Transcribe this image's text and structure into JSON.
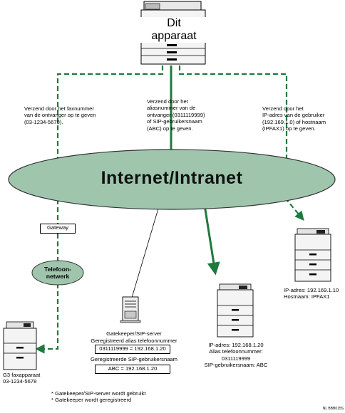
{
  "colors": {
    "accent": "#1e7a3c",
    "cloud_fill": "#9fc6ad",
    "tel_fill": "#9fc6ad",
    "device_fill": "#f4f4f4"
  },
  "icons": [
    "mfp-printer-icon",
    "server-icon",
    "fax-machine-icon"
  ],
  "device_main_label": {
    "line1": "Dit",
    "line2": "apparaat"
  },
  "notes": {
    "left": [
      "Verzend door het faxnummer",
      "van de ontvanger op te geven",
      "(03-1234-5678)."
    ],
    "middle": [
      "Verzend door het",
      "aliasnummer van de",
      "ontvanger (0311119999)",
      "of SIP-gebruikersnaam",
      "(ABC) op te geven."
    ],
    "right": [
      "Verzend door het",
      "IP-adres van de gebruiker",
      "(192.169.1.0) of hostnaam",
      "(IPFAX1) op te geven."
    ]
  },
  "network_label": "Internet/Intranet",
  "gateway_label": "Gateway",
  "telephone_network": {
    "line1": "Telefoon-",
    "line2": "netwerk"
  },
  "g3_fax": {
    "line1": "G3 faxapparaat",
    "line2": "03-1234-5678"
  },
  "gatekeeper": {
    "title": "Gatekeeper/SIP-server",
    "alias_heading": "Geregistreerd alias telefoonnummer",
    "alias_value": "0311119999 = 192.168.1.20",
    "sip_heading": "Geregistreerde SIP-gebruikersnaam",
    "sip_value": "ABC = 192.168.1.20"
  },
  "middle_device": [
    "IP-adres: 192.168.1.20",
    "Alias telefoonnummer:",
    "0311119999",
    "SIP-gebruikersnaam: ABC"
  ],
  "right_device": [
    "IP-adres: 192.169.1.10",
    "Hostnaam: IPFAX1"
  ],
  "footnotes": [
    "* Gatekeeper/SIP-server wordt gebruikt",
    "* Gatekeeper wordt geregistreerd"
  ],
  "figure_code": "NL BBB015S"
}
